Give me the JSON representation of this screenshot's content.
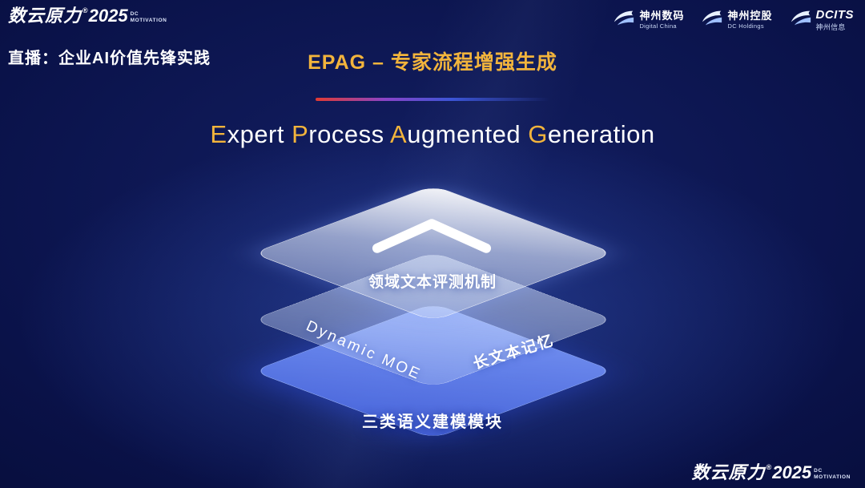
{
  "header": {
    "brand": {
      "name": "数云原力",
      "reg": "®",
      "year": "2025",
      "sub1": "DC",
      "sub2": "MOTIVATION"
    },
    "live_label": "直播：企业AI价值先锋实践",
    "topic_title": "EPAG – 专家流程增强生成",
    "logos": [
      {
        "line1": "神州数码",
        "line2": "Digital China"
      },
      {
        "line1": "神州控股",
        "line2": "DC Holdings"
      },
      {
        "line1": "DCITS",
        "line2": "神州信息"
      }
    ]
  },
  "main_title": {
    "l1": "E",
    "w1": "xpert ",
    "l2": "P",
    "w2": "rocess ",
    "l3": "A",
    "w3": "ugmented ",
    "l4": "G",
    "w4": "eneration"
  },
  "diagram": {
    "top_label": "领域文本评测机制",
    "middle_left_label": "Dynamic MOE",
    "middle_right_label": "长文本记忆",
    "bottom_label": "三类语义建模模块"
  },
  "footer": {
    "brand": {
      "name": "数云原力",
      "reg": "®",
      "year": "2025",
      "sub1": "DC",
      "sub2": "MOTIVATION"
    }
  },
  "colors": {
    "accent_gold": "#f2b43c",
    "layer_blue": "#4e6ce6",
    "divider_gradient": [
      "#e23b33",
      "#8a44c8",
      "#3c55d6"
    ],
    "background": "#0a1249"
  }
}
